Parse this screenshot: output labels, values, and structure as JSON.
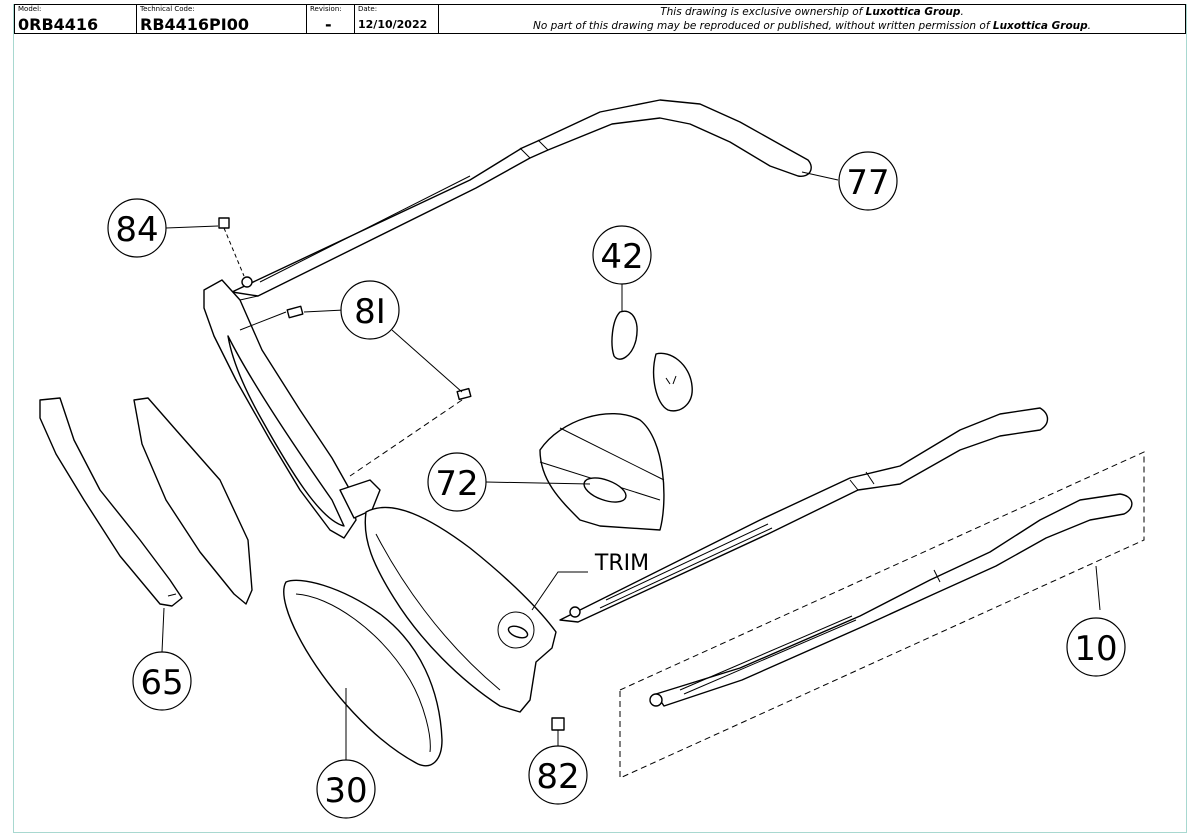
{
  "title_block": {
    "model_label": "Model:",
    "model_value": "0RB4416",
    "tech_label": "Technical Code:",
    "tech_value": "RB4416PI00",
    "revision_label": "Revision:",
    "revision_value": "-",
    "date_label": "Date:",
    "date_value": "12/10/2022",
    "notice_line1_pre": "This drawing is exclusive ownership of ",
    "notice_line1_bold": "Luxottica Group",
    "notice_line1_post": ".",
    "notice_line2_pre": "No part of this drawing may be reproduced or published, without written permission of ",
    "notice_line2_bold": "Luxottica Group",
    "notice_line2_post": "."
  },
  "callouts": {
    "c77": "77",
    "c84": "84",
    "c42": "42",
    "c81": "8I",
    "c72": "72",
    "c65": "65",
    "c10": "10",
    "c30": "30",
    "c82": "82"
  },
  "trim_label": "TRIM"
}
